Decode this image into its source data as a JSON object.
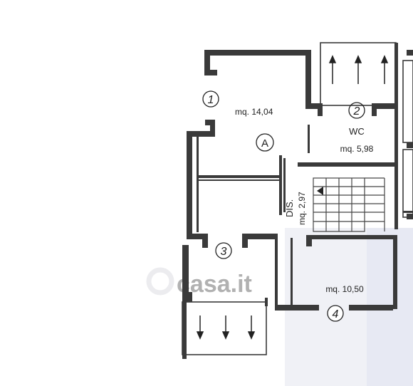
{
  "rooms": {
    "r1": {
      "number": "1",
      "area": "mq. 14,04"
    },
    "r2": {
      "number": "2",
      "name": "WC",
      "area": "mq. 5,98"
    },
    "r3": {
      "number": "3"
    },
    "r4": {
      "number": "4",
      "area": "mq. 10,50"
    },
    "dis": {
      "name": "DIS.",
      "area": "mq. 2,97"
    }
  },
  "apartment": {
    "letter": "A"
  },
  "watermark": {
    "text": "casa.it"
  },
  "colors": {
    "line": "#3a3a3a",
    "paper": "#ffffff",
    "shade": "#f0f1f6"
  }
}
